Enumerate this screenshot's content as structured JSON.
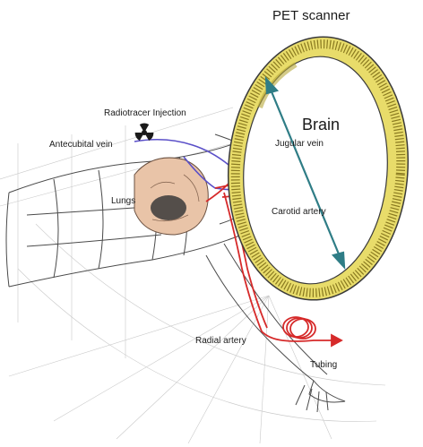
{
  "labels": {
    "pet_scanner": "PET scanner",
    "radiotracer_injection": "Radiotracer Injection",
    "antecubital_vein": "Antecubital vein",
    "brain": "Brain",
    "jugular_vein": "Jugular vein",
    "lungs": "Lungs",
    "carotid_artery": "Carotid artery",
    "radial_artery": "Radial artery",
    "tubing": "Tubing"
  },
  "colors": {
    "scanner_ring": "#e8dc6a",
    "scanner_shade": "#b8a83a",
    "artery": "#d62a2a",
    "vein": "#5a4fc8",
    "brain_axis": "#2f7d86",
    "lung_fill": "#e9c4a8",
    "sketch": "#6a6a6a"
  },
  "icons": {
    "radiation": "radiation-icon"
  }
}
